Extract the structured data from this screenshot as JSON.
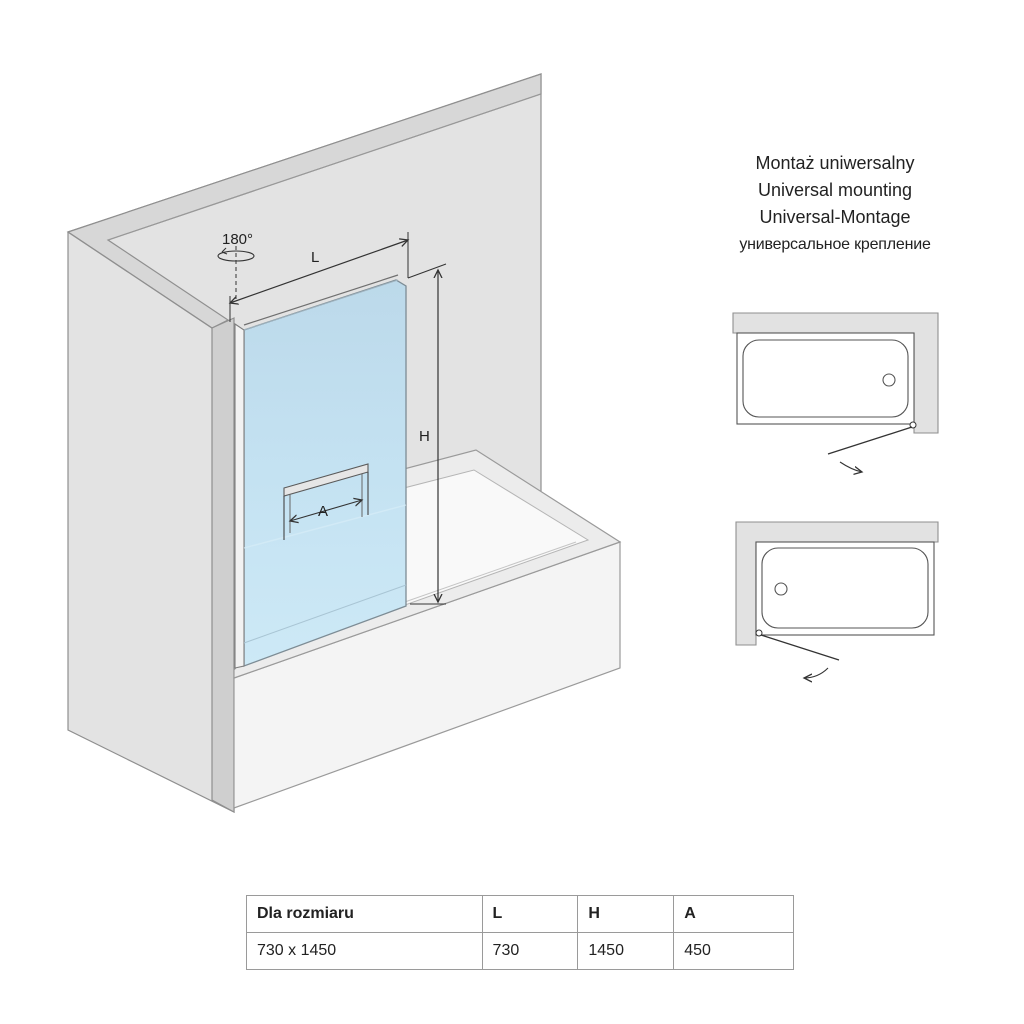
{
  "diagram": {
    "rotation_label": "180°",
    "dimensions": {
      "width_label": "L",
      "height_label": "H",
      "towel_rail_label": "A"
    }
  },
  "mounting": {
    "lines": [
      "Montaż uniwersalny",
      "Universal mounting",
      "Universal-Montage",
      "универсальное крепление"
    ],
    "variants": [
      "right",
      "left"
    ]
  },
  "table": {
    "headers": [
      "Dla rozmiaru",
      "L",
      "H",
      "A"
    ],
    "rows": [
      [
        "730 x 1450",
        "730",
        "1450",
        "450"
      ]
    ]
  },
  "colors": {
    "wall": "#e3e3e3",
    "wall_stroke": "#8f8f8f",
    "glass": "#c6e2f1",
    "bath": "#f7f7f7",
    "text": "#222222"
  }
}
